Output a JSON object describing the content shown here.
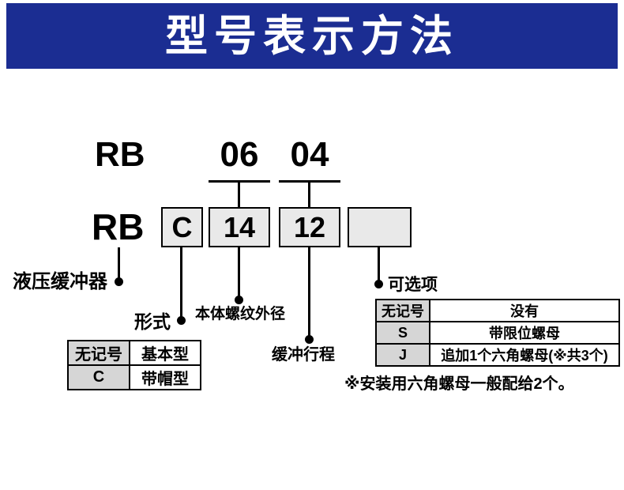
{
  "banner": {
    "title": "型号表示方法",
    "bg_color": "#1b2d92",
    "text_color": "#ffffff"
  },
  "code": {
    "top_prefix": "RB",
    "top_codes": [
      "06",
      "04"
    ],
    "row_prefix": "RB",
    "boxes": [
      "C",
      "14",
      "12",
      ""
    ]
  },
  "labels": {
    "buffer": "液压缓冲器",
    "type": "形式",
    "thread": "本体螺纹外径",
    "stroke": "缓冲行程",
    "options": "可选项"
  },
  "type_table": {
    "rows": [
      {
        "key": "无记号",
        "value": "基本型"
      },
      {
        "key": "C",
        "value": "带帽型"
      }
    ]
  },
  "options_table": {
    "rows": [
      {
        "key": "无记号",
        "value": "没有"
      },
      {
        "key": "S",
        "value": "带限位螺母"
      },
      {
        "key": "J",
        "value": "追加1个六角螺母(※共3个)"
      }
    ]
  },
  "note": "※安装用六角螺母一般配给2个。",
  "colors": {
    "box_fill": "#e9e9e9",
    "table_key_fill": "#d6d6d6",
    "line": "#000000"
  }
}
